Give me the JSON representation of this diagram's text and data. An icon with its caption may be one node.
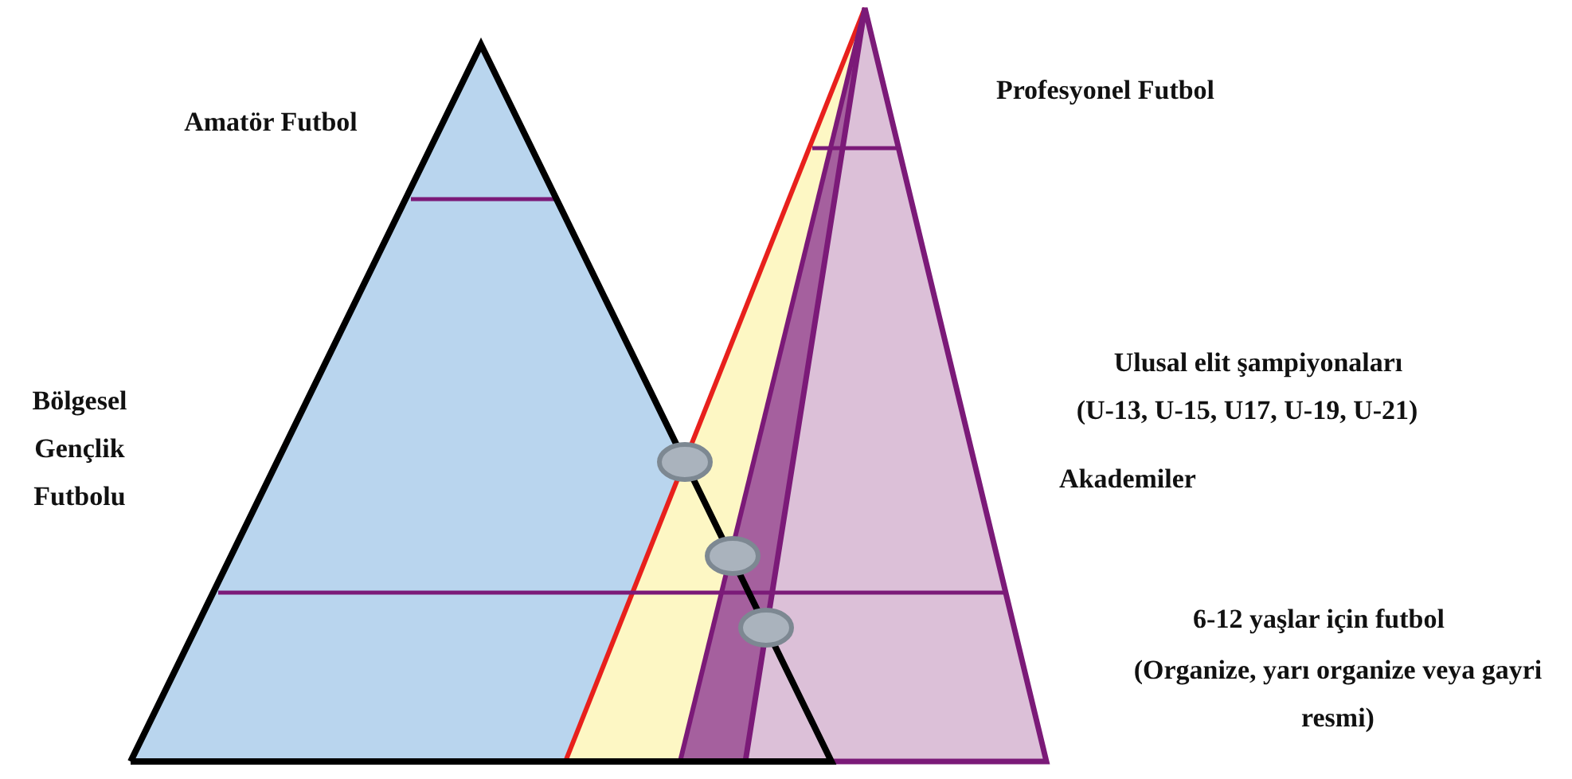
{
  "diagram": {
    "labels": [
      "Amatör Futbol",
      "Profesyonel Futbol",
      "Bölgesel Gençlik Futbolu",
      "Ulusal elit şampiyonaları",
      "(U-13, U-15, U17, U-19, U-21)",
      "Akademiler",
      "6-12 yaşlar için futbol",
      "(Organize, yarı organize veya gayri resmi)"
    ]
  }
}
